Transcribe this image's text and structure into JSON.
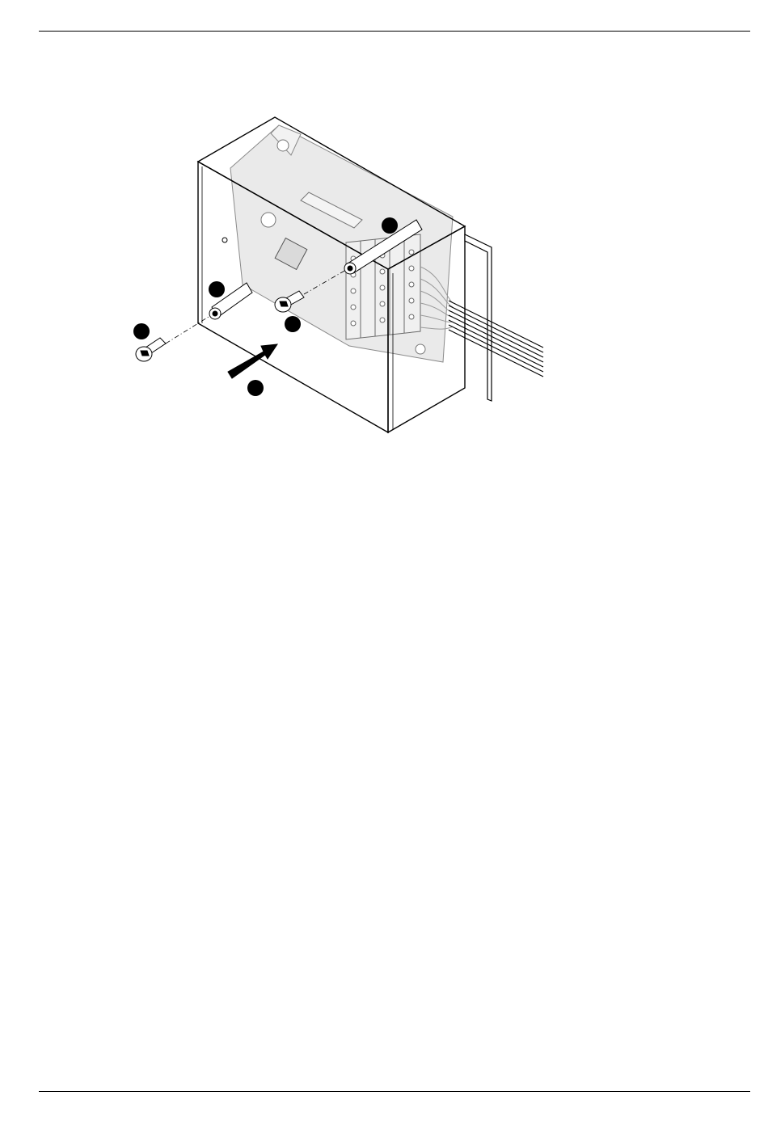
{
  "page": {
    "background": "#ffffff",
    "rule_color": "#000000"
  },
  "figure": {
    "subject": "enclosure-assembly-illustration",
    "line_color": "#000000",
    "fill_color": "#ffffff",
    "interior_color": "#e8e8e8",
    "callout_count": 5,
    "wire_count": 7
  }
}
